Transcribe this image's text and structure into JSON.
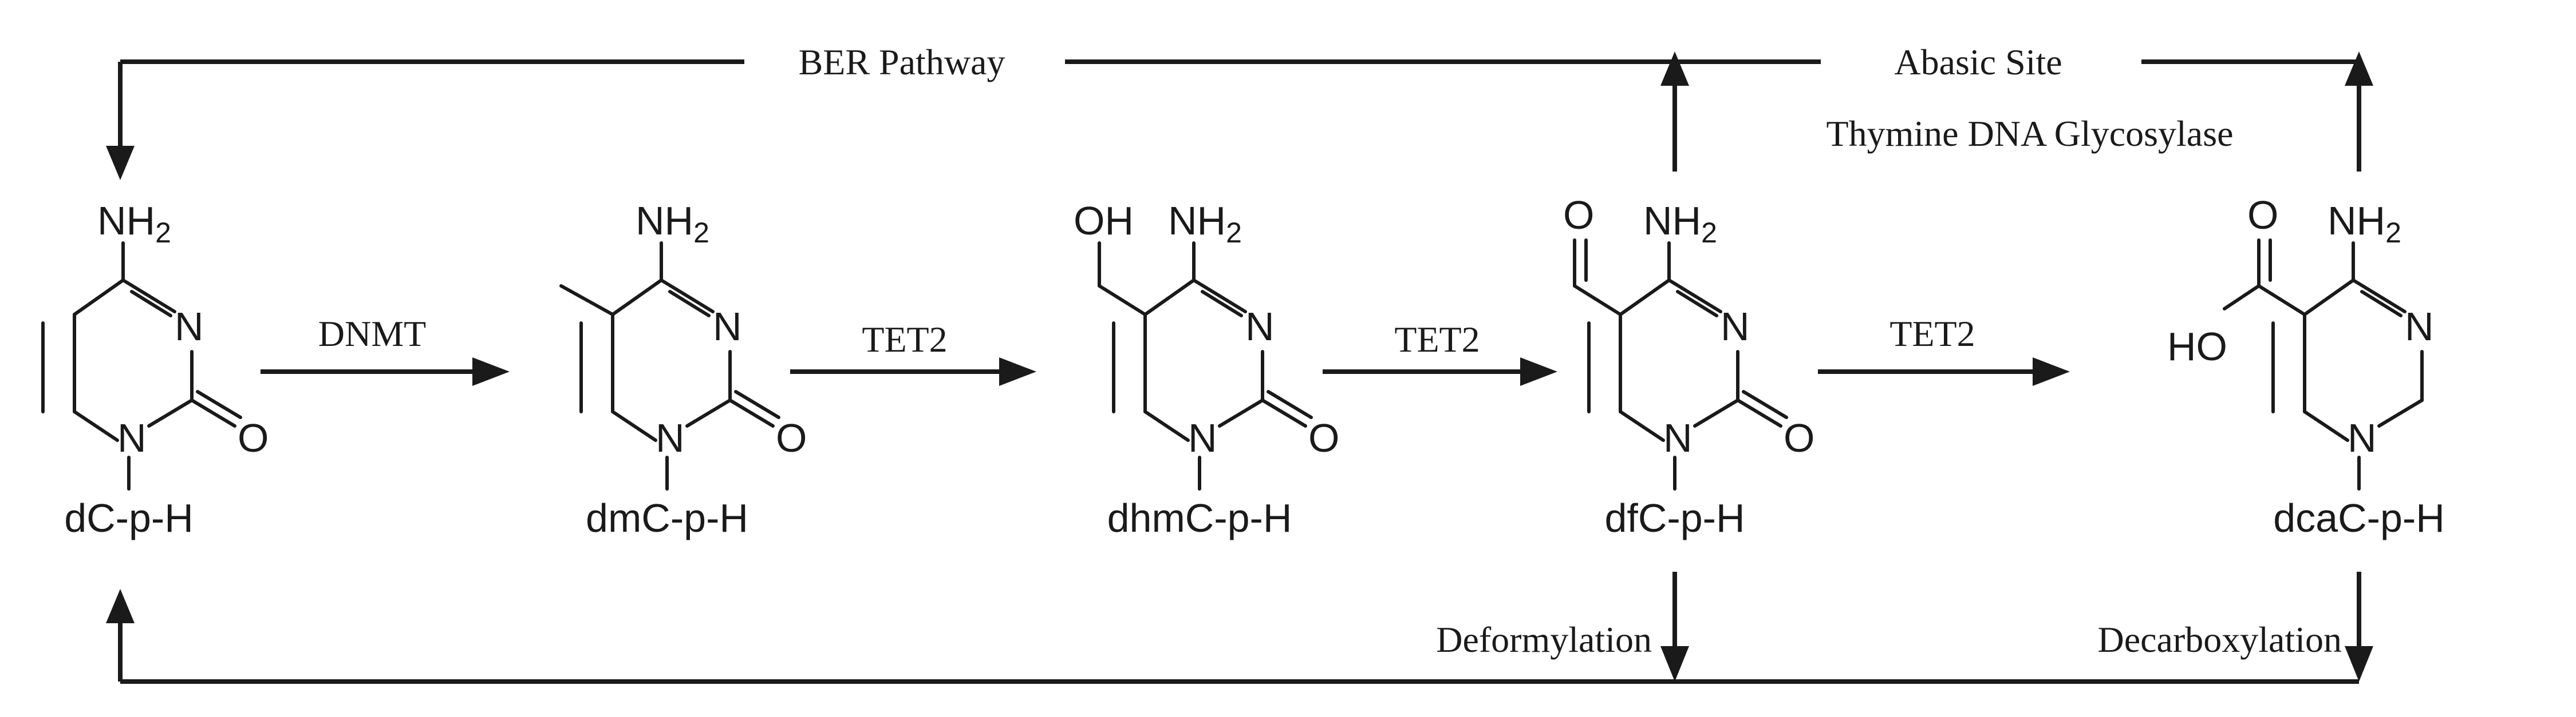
{
  "pathway": {
    "ber_label": "BER Pathway",
    "abasic_label": "Abasic Site",
    "glycosylase_label": "Thymine DNA Glycosylase",
    "deformylation_label": "Deformylation",
    "decarboxylation_label": "Decarboxylation"
  },
  "reactions": [
    {
      "enzyme": "DNMT"
    },
    {
      "enzyme": "TET2"
    },
    {
      "enzyme": "TET2"
    },
    {
      "enzyme": "TET2"
    }
  ],
  "compounds": [
    {
      "name": "dC-p-H",
      "amino": "NH",
      "amino_sub": "2",
      "n3": "N",
      "n1": "N",
      "o2": "O"
    },
    {
      "name": "dmC-p-H",
      "amino": "NH",
      "amino_sub": "2",
      "n3": "N",
      "n1": "N",
      "o2": "O"
    },
    {
      "name": "dhmC-p-H",
      "amino": "NH",
      "amino_sub": "2",
      "n3": "N",
      "n1": "N",
      "o2": "O",
      "substituent": "OH"
    },
    {
      "name": "dfC-p-H",
      "amino": "NH",
      "amino_sub": "2",
      "n3": "N",
      "n1": "N",
      "o2": "O",
      "substituent": "O"
    },
    {
      "name": "dcaC-p-H",
      "amino": "NH",
      "amino_sub": "2",
      "n3": "N",
      "n1": "N",
      "sub_o": "O",
      "sub_oh": "HO"
    }
  ]
}
